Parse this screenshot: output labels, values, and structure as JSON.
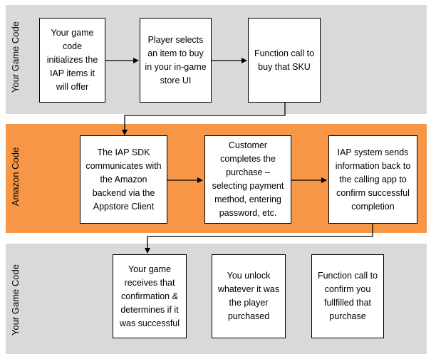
{
  "lanes": [
    {
      "label": "Your Game Code",
      "color": "#d9d9d9"
    },
    {
      "label": "Amazon Code",
      "color": "#f79646"
    },
    {
      "label": "Your Game Code",
      "color": "#d9d9d9"
    }
  ],
  "steps": [
    {
      "text": "Your game code initializes the IAP items it will offer"
    },
    {
      "text": "Player selects an item to buy in your in-game store UI"
    },
    {
      "text": "Function call to buy that SKU"
    },
    {
      "text": "The IAP SDK communicates with the Amazon backend via the Appstore Client"
    },
    {
      "text": "Customer completes the purchase – selecting payment method, entering password, etc."
    },
    {
      "text": "IAP system sends information back to the calling app to confirm successful completion"
    },
    {
      "text": "Your game receives that confirmation & determines if it was successful"
    },
    {
      "text": "You unlock whatever it was the player purchased"
    },
    {
      "text": "Function call to confirm you fullfilled that purchase"
    }
  ],
  "colors": {
    "lane_gray": "#d9d9d9",
    "lane_orange": "#f79646",
    "box_border": "#000000",
    "arrow": "#000000"
  }
}
